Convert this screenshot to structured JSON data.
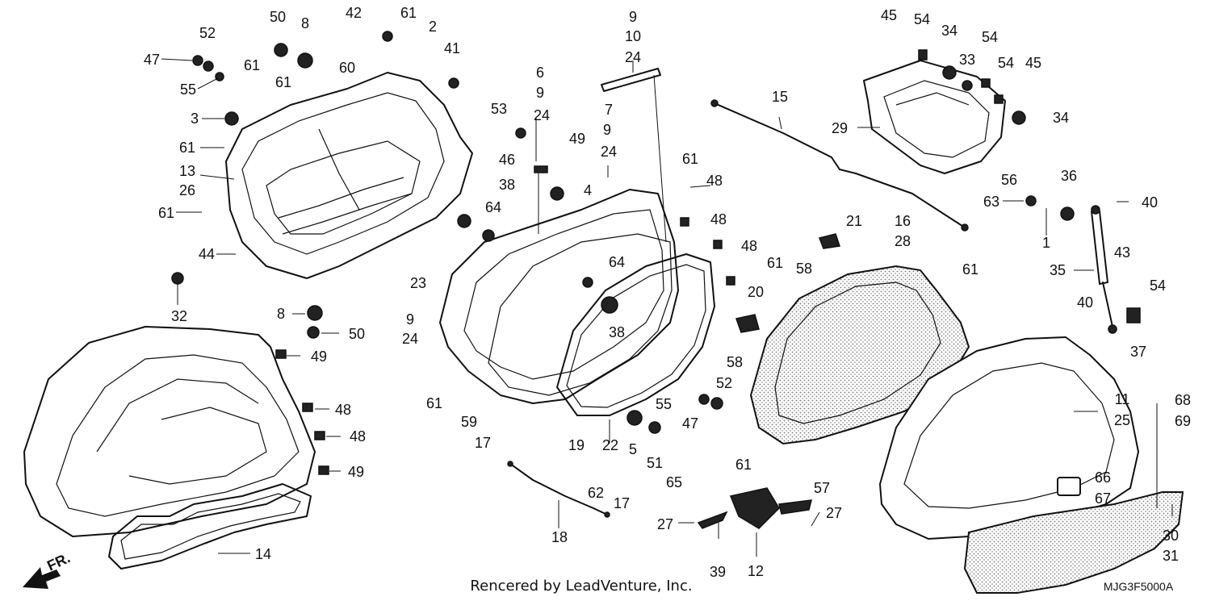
{
  "callouts": [
    {
      "id": "c50a",
      "text": "50"
    },
    {
      "id": "c8a",
      "text": "8"
    },
    {
      "id": "c42",
      "text": "42"
    },
    {
      "id": "c61a",
      "text": "61"
    },
    {
      "id": "c2",
      "text": "2"
    },
    {
      "id": "c52a",
      "text": "52"
    },
    {
      "id": "c47a",
      "text": "47"
    },
    {
      "id": "c55a",
      "text": "55"
    },
    {
      "id": "c61b",
      "text": "61"
    },
    {
      "id": "c61c",
      "text": "61"
    },
    {
      "id": "c60",
      "text": "60"
    },
    {
      "id": "c41",
      "text": "41"
    },
    {
      "id": "c3",
      "text": "3"
    },
    {
      "id": "c53",
      "text": "53"
    },
    {
      "id": "c61d",
      "text": "61"
    },
    {
      "id": "c13",
      "text": "13"
    },
    {
      "id": "c26",
      "text": "26"
    },
    {
      "id": "c61e",
      "text": "61"
    },
    {
      "id": "c44",
      "text": "44"
    },
    {
      "id": "c32",
      "text": "32"
    },
    {
      "id": "c23",
      "text": "23"
    },
    {
      "id": "c8b",
      "text": "8"
    },
    {
      "id": "c50b",
      "text": "50"
    },
    {
      "id": "c49a",
      "text": "49"
    },
    {
      "id": "c48a",
      "text": "48"
    },
    {
      "id": "c48b",
      "text": "48"
    },
    {
      "id": "c49b",
      "text": "49"
    },
    {
      "id": "c14",
      "text": "14"
    },
    {
      "id": "c9a",
      "text": "9"
    },
    {
      "id": "c10",
      "text": "10"
    },
    {
      "id": "c24a",
      "text": "24"
    },
    {
      "id": "c6",
      "text": "6"
    },
    {
      "id": "c9b",
      "text": "9"
    },
    {
      "id": "c24b",
      "text": "24"
    },
    {
      "id": "c7",
      "text": "7"
    },
    {
      "id": "c9c",
      "text": "9"
    },
    {
      "id": "c24c",
      "text": "24"
    },
    {
      "id": "c49c",
      "text": "49"
    },
    {
      "id": "c46",
      "text": "46"
    },
    {
      "id": "c38a",
      "text": "38"
    },
    {
      "id": "c64a",
      "text": "64"
    },
    {
      "id": "c4",
      "text": "4"
    },
    {
      "id": "c61f",
      "text": "61"
    },
    {
      "id": "c48c",
      "text": "48"
    },
    {
      "id": "c48d",
      "text": "48"
    },
    {
      "id": "c48e",
      "text": "48"
    },
    {
      "id": "c64b",
      "text": "64"
    },
    {
      "id": "c38b",
      "text": "38"
    },
    {
      "id": "c9d",
      "text": "9"
    },
    {
      "id": "c24d",
      "text": "24"
    },
    {
      "id": "c61g",
      "text": "61"
    },
    {
      "id": "c59",
      "text": "59"
    },
    {
      "id": "c17a",
      "text": "17"
    },
    {
      "id": "c19",
      "text": "19"
    },
    {
      "id": "c22",
      "text": "22"
    },
    {
      "id": "c5",
      "text": "5"
    },
    {
      "id": "c51",
      "text": "51"
    },
    {
      "id": "c65",
      "text": "65"
    },
    {
      "id": "c62",
      "text": "62"
    },
    {
      "id": "c17b",
      "text": "17"
    },
    {
      "id": "c18",
      "text": "18"
    },
    {
      "id": "c55b",
      "text": "55"
    },
    {
      "id": "c52b",
      "text": "52"
    },
    {
      "id": "c47b",
      "text": "47"
    },
    {
      "id": "c15",
      "text": "15"
    },
    {
      "id": "c45a",
      "text": "45"
    },
    {
      "id": "c54a",
      "text": "54"
    },
    {
      "id": "c34a",
      "text": "34"
    },
    {
      "id": "c54b",
      "text": "54"
    },
    {
      "id": "c33",
      "text": "33"
    },
    {
      "id": "c54c",
      "text": "54"
    },
    {
      "id": "c45b",
      "text": "45"
    },
    {
      "id": "c29",
      "text": "29"
    },
    {
      "id": "c34b",
      "text": "34"
    },
    {
      "id": "c56",
      "text": "56"
    },
    {
      "id": "c36",
      "text": "36"
    },
    {
      "id": "c63",
      "text": "63"
    },
    {
      "id": "c40a",
      "text": "40"
    },
    {
      "id": "c1",
      "text": "1"
    },
    {
      "id": "c21",
      "text": "21"
    },
    {
      "id": "c16",
      "text": "16"
    },
    {
      "id": "c28",
      "text": "28"
    },
    {
      "id": "c61h",
      "text": "61"
    },
    {
      "id": "c58a",
      "text": "58"
    },
    {
      "id": "c61i",
      "text": "61"
    },
    {
      "id": "c35",
      "text": "35"
    },
    {
      "id": "c43",
      "text": "43"
    },
    {
      "id": "c20",
      "text": "20"
    },
    {
      "id": "c58b",
      "text": "58"
    },
    {
      "id": "c40b",
      "text": "40"
    },
    {
      "id": "c54d",
      "text": "54"
    },
    {
      "id": "c37",
      "text": "37"
    },
    {
      "id": "c11",
      "text": "11"
    },
    {
      "id": "c25",
      "text": "25"
    },
    {
      "id": "c68",
      "text": "68"
    },
    {
      "id": "c69",
      "text": "69"
    },
    {
      "id": "c61j",
      "text": "61"
    },
    {
      "id": "c57",
      "text": "57"
    },
    {
      "id": "c27a",
      "text": "27"
    },
    {
      "id": "c27b",
      "text": "27"
    },
    {
      "id": "c39",
      "text": "39"
    },
    {
      "id": "c12",
      "text": "12"
    },
    {
      "id": "c66",
      "text": "66"
    },
    {
      "id": "c67",
      "text": "67"
    },
    {
      "id": "c30",
      "text": "30"
    },
    {
      "id": "c31",
      "text": "31"
    }
  ],
  "front_marker": "FR.",
  "footer_credit": "Rencered by LeadVenture, Inc.",
  "diagram_code": "MJG3F5000A"
}
